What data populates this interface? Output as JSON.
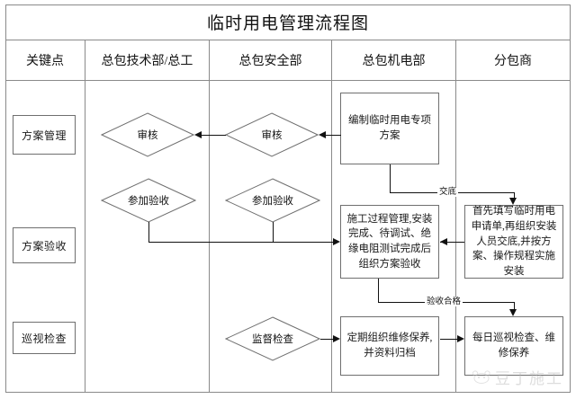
{
  "title": "临时用电管理流程图",
  "columns": [
    {
      "key": "keypoint",
      "label": "关键点"
    },
    {
      "key": "tech",
      "label": "总包技术部/总工"
    },
    {
      "key": "safety",
      "label": "总包安全部"
    },
    {
      "key": "mep",
      "label": "总包机电部"
    },
    {
      "key": "sub",
      "label": "分包商"
    }
  ],
  "keypoints": [
    {
      "label": "方案管理"
    },
    {
      "label": "方案验收"
    },
    {
      "label": "巡视检查"
    }
  ],
  "nodes": {
    "tech_review": {
      "label": "审核",
      "shape": "diamond"
    },
    "tech_acceptance": {
      "label": "参加验收",
      "shape": "diamond"
    },
    "safety_review": {
      "label": "审核",
      "shape": "diamond"
    },
    "safety_acceptance": {
      "label": "参加验收",
      "shape": "diamond"
    },
    "safety_supervise": {
      "label": "监督检查",
      "shape": "diamond"
    },
    "mep_plan": {
      "label": "编制临时用电专项方案",
      "shape": "box"
    },
    "mep_process": {
      "label": "施工过程管理,安装完成、待调试、绝缘电阻测试完成后组织方案验收",
      "shape": "box"
    },
    "mep_maintain": {
      "label": "定期组织维修保养,并资料归档",
      "shape": "box"
    },
    "sub_install": {
      "label": "首先填写临时用电申请单,再组织安装人员交底,并按方案、操作规程实施安装",
      "shape": "box"
    },
    "sub_patrol": {
      "label": "每日巡视检查、维修保养",
      "shape": "box"
    }
  },
  "edge_labels": {
    "disclosure": "交底",
    "accepted": "验收合格"
  },
  "watermark": {
    "text": "豆丁施工",
    "icon": "panda-logo-icon"
  },
  "colors": {
    "border": "#8a8a8a",
    "node_border": "#6f6f6f",
    "line": "#111111",
    "background": "#ffffff",
    "watermark": "#b4b4b4"
  }
}
